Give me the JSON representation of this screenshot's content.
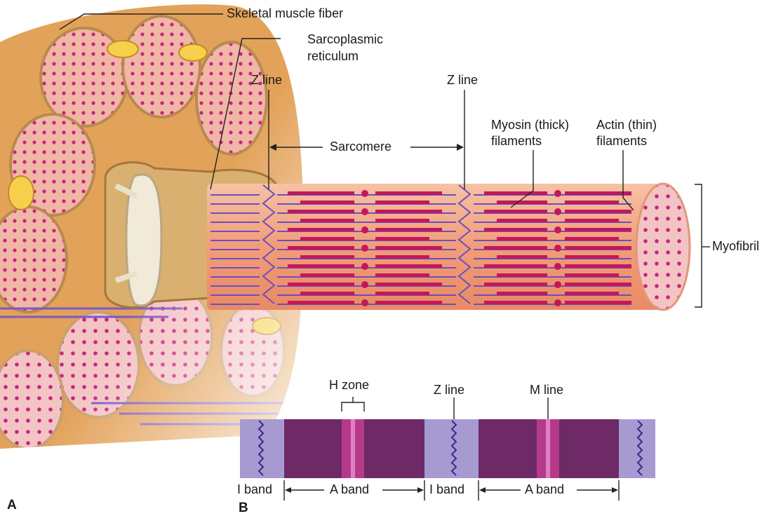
{
  "panel_a": {
    "label": "A",
    "labels": {
      "skeletal_muscle_fiber": "Skeletal muscle fiber",
      "sarcoplasmic_reticulum_1": "Sarcoplasmic",
      "sarcoplasmic_reticulum_2": "reticulum",
      "z_line_left": "Z line",
      "z_line_right": "Z line",
      "sarcomere": "Sarcomere",
      "myosin_1": "Myosin (thick)",
      "myosin_2": "filaments",
      "actin_1": "Actin (thin)",
      "actin_2": "filaments",
      "myofibril": "Myofibril"
    }
  },
  "panel_b": {
    "label": "B",
    "labels": {
      "h_zone": "H zone",
      "z_line": "Z line",
      "m_line": "M line",
      "i_band_1": "I band",
      "a_band_1": "A band",
      "i_band_2": "I band",
      "a_band_2": "A band"
    }
  },
  "colors": {
    "i_band": "#a79ad1",
    "a_band": "#6e2a66",
    "h_zone": "#b63a8c",
    "m_line": "#e07fc0",
    "myofibril": "#f2a07c",
    "myosin": "#c2185b",
    "actin": "#6a4fc3",
    "sr": "#d9b06f",
    "fiber_shell": "#d8c6a4"
  }
}
